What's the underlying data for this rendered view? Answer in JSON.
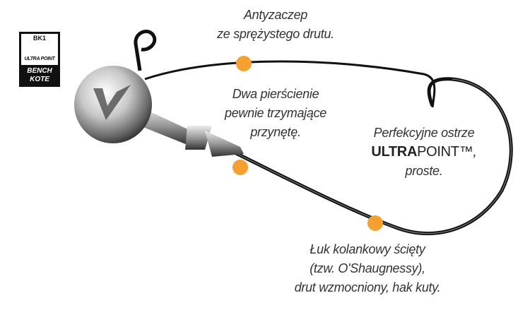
{
  "logo": {
    "code": "BK1",
    "line1": "ULTRA POINT",
    "line2": "BENCH",
    "line3": "KOTE"
  },
  "callouts": {
    "weedguard": [
      "Antyzaczep",
      "ze sprężystego drutu."
    ],
    "rings": [
      "Dwa pierścienie",
      "pewnie trzymające",
      "przynętę."
    ],
    "point": {
      "line1": "Perfekcyjne ostrze",
      "bold": "ULTRA",
      "normal": "POINT™",
      "comma": ",",
      "line3": "proste."
    },
    "bend": [
      "Łuk kolankowy ścięty",
      "(tzw. O'Shaugnessy),",
      "drut wzmocniony, hak kuty."
    ]
  },
  "colors": {
    "dot": "#f5a031",
    "wire": "#111111",
    "text": "#333333"
  }
}
